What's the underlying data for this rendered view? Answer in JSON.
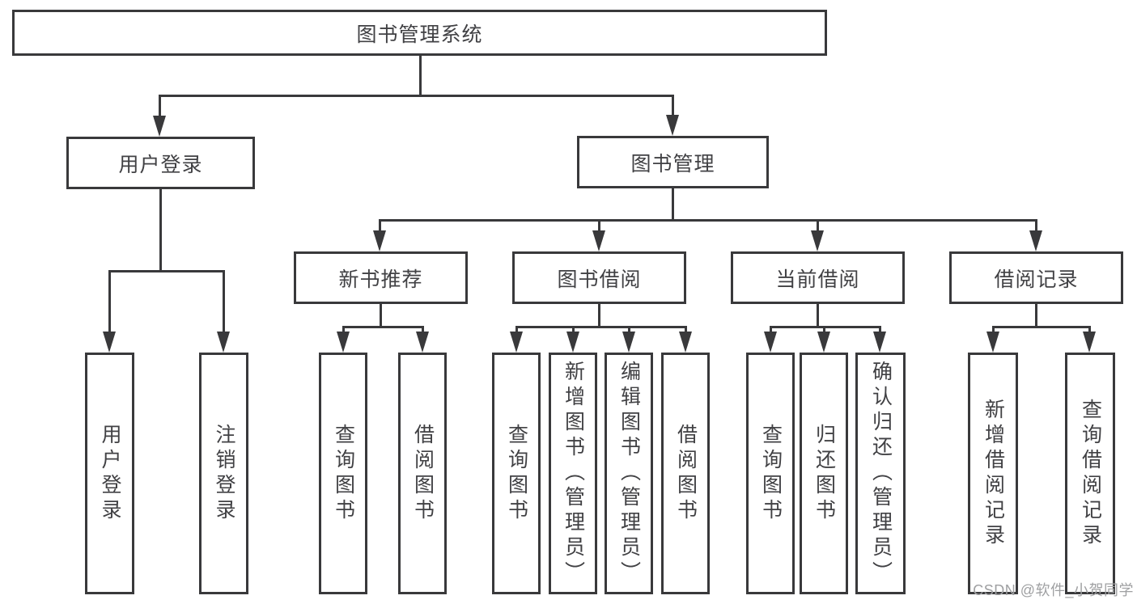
{
  "diagram": {
    "title": "图书管理系统",
    "root": {
      "label": "图书管理系统"
    },
    "branches": [
      {
        "label": "用户登录",
        "leaves": [
          {
            "label": "用户登录"
          },
          {
            "label": "注销登录"
          }
        ]
      },
      {
        "label": "图书管理",
        "groups": [
          {
            "label": "新书推荐",
            "leaves": [
              {
                "label": "查询图书"
              },
              {
                "label": "借阅图书"
              }
            ]
          },
          {
            "label": "图书借阅",
            "leaves": [
              {
                "label": "查询图书"
              },
              {
                "label": "新增图书（管理员）"
              },
              {
                "label": "编辑图书（管理员）"
              },
              {
                "label": "借阅图书"
              }
            ]
          },
          {
            "label": "当前借阅",
            "leaves": [
              {
                "label": "查询图书"
              },
              {
                "label": "归还图书"
              },
              {
                "label": "确认归还（管理员）"
              }
            ]
          },
          {
            "label": "借阅记录",
            "leaves": [
              {
                "label": "新增借阅记录"
              },
              {
                "label": "查询借阅记录"
              }
            ]
          }
        ]
      }
    ]
  },
  "watermark": {
    "text": "CSDN @软件_小贺同学"
  },
  "colors": {
    "line": "#39393b",
    "text": "#414144",
    "background": "#ffffff",
    "watermark": "#9fa0a2"
  }
}
